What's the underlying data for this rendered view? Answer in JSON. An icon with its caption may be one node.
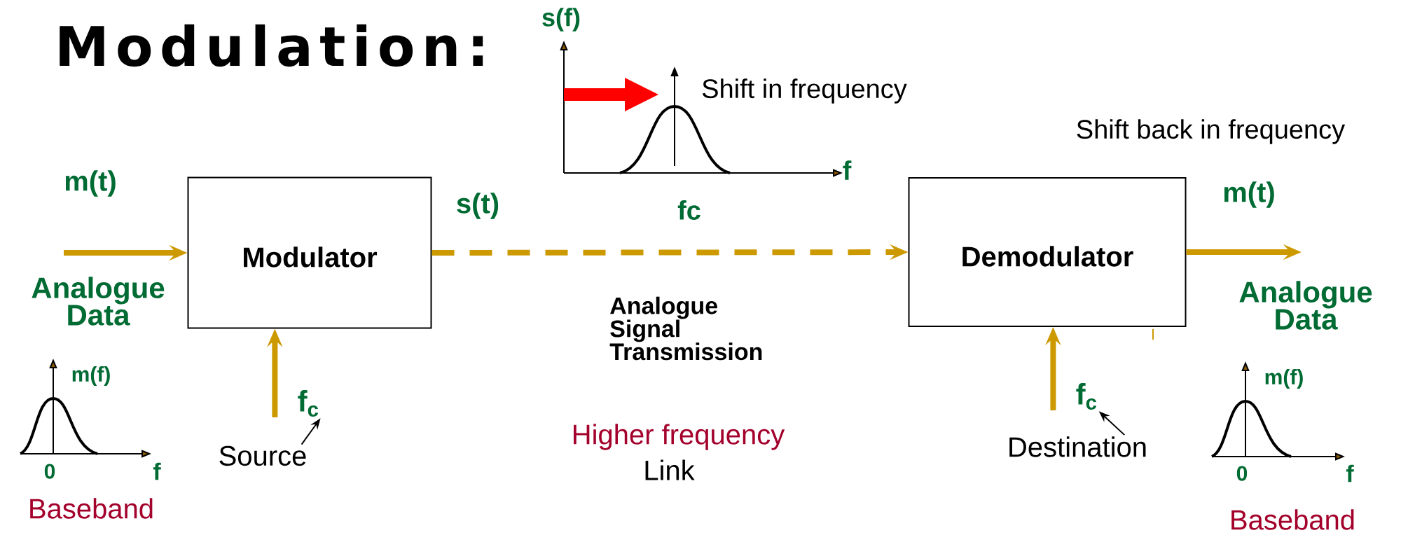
{
  "diagram": {
    "title": "Modulation:",
    "nodes": [
      {
        "text": [
          "Modulator"
        ]
      },
      {
        "text": [
          "Demodulator"
        ]
      },
      {
        "text": [
          "Source"
        ]
      },
      {
        "text": [
          "f$_{c}$"
        ]
      },
      {
        "text": [
          "Destination"
        ]
      },
      {
        "text": [
          "f$_{c}$"
        ]
      }
    ],
    "edges": [
      {
        "from": null,
        "to": 0,
        "arrow": "to",
        "label": "m(t)"
      },
      {
        "from": 0,
        "to": 1,
        "arrow": "to",
        "style": "dashed",
        "label": "s(t)"
      },
      {
        "from": 1,
        "to": null,
        "arrow": "to",
        "label": "m(t)"
      },
      {
        "from": 3,
        "to": 0,
        "arrow": "to"
      },
      {
        "from": 5,
        "to": 1,
        "arrow": "to"
      },
      {
        "from": 2,
        "to": 3,
        "arrow": "to",
        "color": "#000000"
      },
      {
        "from": 4,
        "to": 5,
        "arrow": "to",
        "color": "#000000"
      }
    ],
    "labels": [
      "s(f)",
      "Shift in frequency",
      "f",
      "fc",
      "Shift back in frequency",
      "Analogue Data",
      "Analogue Data",
      "Analogue Signal Transmission",
      "m(f)",
      "0",
      "f",
      "Baseband",
      "Higher frequency",
      "Link",
      "m(f)",
      "0",
      "f",
      "Baseband"
    ]
  }
}
